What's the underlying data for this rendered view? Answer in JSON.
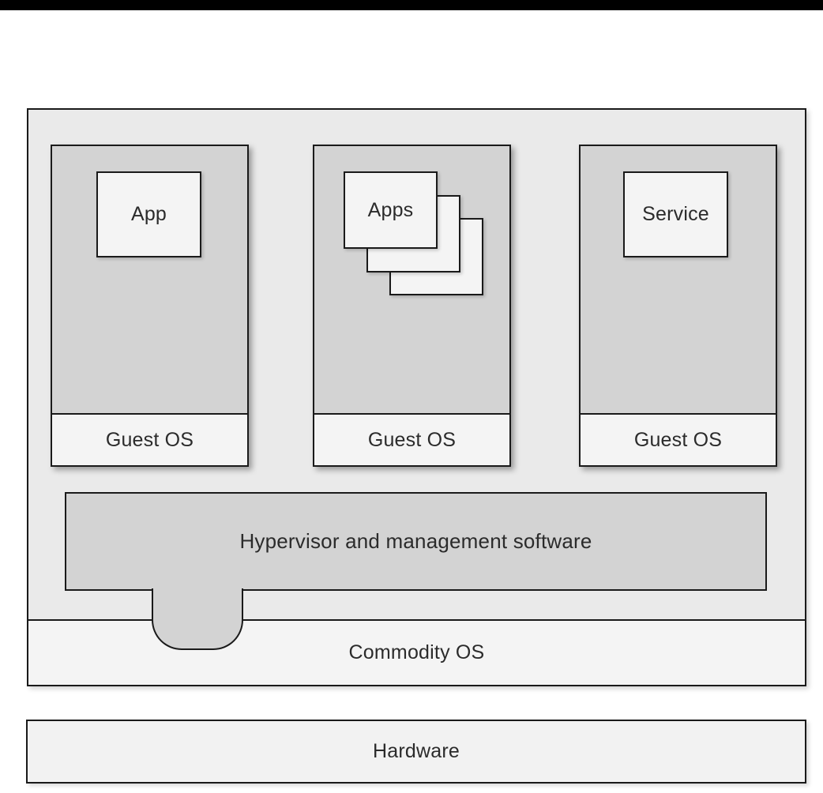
{
  "diagram": {
    "title_hint": "Virtual machine architecture stack",
    "vms": [
      {
        "app_label": "App",
        "os_label": "Guest OS"
      },
      {
        "app_label": "Apps",
        "os_label": "Guest OS"
      },
      {
        "app_label": "Service",
        "os_label": "Guest OS"
      }
    ],
    "hypervisor_label": "Hypervisor and management software",
    "commodity_label": "Commodity OS",
    "hardware_label": "Hardware"
  },
  "colors": {
    "outer_fill": "#eaeaea",
    "vm_fill": "#d3d3d3",
    "inner_box_fill": "#f4f4f4",
    "commodity_fill": "#f4f4f4",
    "hardware_fill": "#f2f2f2",
    "border": "#1a1a1a",
    "top_bar": "#000000",
    "text": "#2b2b2b"
  }
}
